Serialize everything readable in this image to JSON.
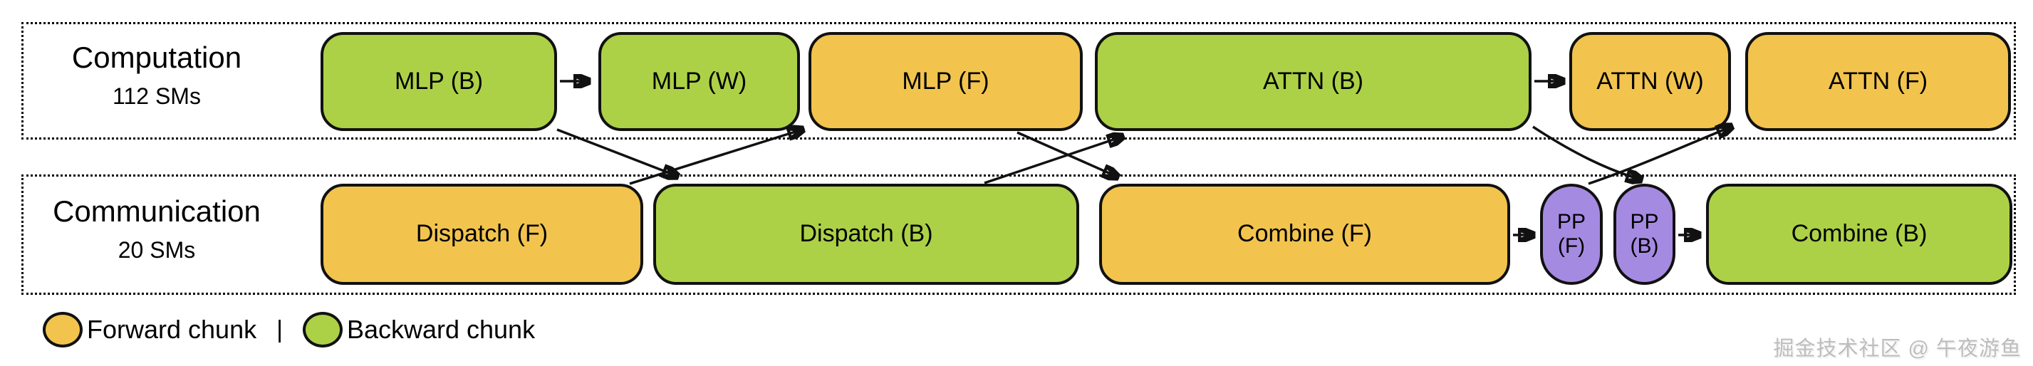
{
  "colors": {
    "forward": "#F2C44E",
    "backward": "#ACD147",
    "pp": "#A58AE2"
  },
  "rows": {
    "computation": {
      "title": "Computation",
      "subtitle": "112 SMs"
    },
    "communication": {
      "title": "Communication",
      "subtitle": "20 SMs"
    }
  },
  "nodes": {
    "mlp_b": {
      "label": "MLP (B)",
      "type": "backward"
    },
    "mlp_w": {
      "label": "MLP (W)",
      "type": "backward"
    },
    "mlp_f": {
      "label": "MLP (F)",
      "type": "forward"
    },
    "attn_b": {
      "label": "ATTN (B)",
      "type": "backward"
    },
    "attn_w": {
      "label": "ATTN (W)",
      "type": "forward"
    },
    "attn_f": {
      "label": "ATTN (F)",
      "type": "forward"
    },
    "dispatch_f": {
      "label": "Dispatch (F)",
      "type": "forward"
    },
    "dispatch_b": {
      "label": "Dispatch (B)",
      "type": "backward"
    },
    "combine_f": {
      "label": "Combine (F)",
      "type": "forward"
    },
    "pp_f": {
      "label": "PP (F)",
      "type": "pp"
    },
    "pp_b": {
      "label": "PP (B)",
      "type": "pp"
    },
    "combine_b": {
      "label": "Combine (B)",
      "type": "backward"
    }
  },
  "edges": [
    {
      "from": "mlp_b",
      "to": "mlp_w"
    },
    {
      "from": "mlp_b",
      "to": "dispatch_b"
    },
    {
      "from": "dispatch_f",
      "to": "mlp_f"
    },
    {
      "from": "mlp_f",
      "to": "combine_f"
    },
    {
      "from": "dispatch_b",
      "to": "attn_b"
    },
    {
      "from": "attn_b",
      "to": "attn_w"
    },
    {
      "from": "attn_b",
      "to": "pp_b"
    },
    {
      "from": "pp_f",
      "to": "attn_f"
    },
    {
      "from": "combine_f",
      "to": "pp_f"
    },
    {
      "from": "pp_b",
      "to": "combine_b"
    }
  ],
  "legend": {
    "forward_label": "Forward chunk",
    "separator": "|",
    "backward_label": "Backward chunk"
  },
  "watermark": "掘金技术社区 @ 午夜游鱼"
}
